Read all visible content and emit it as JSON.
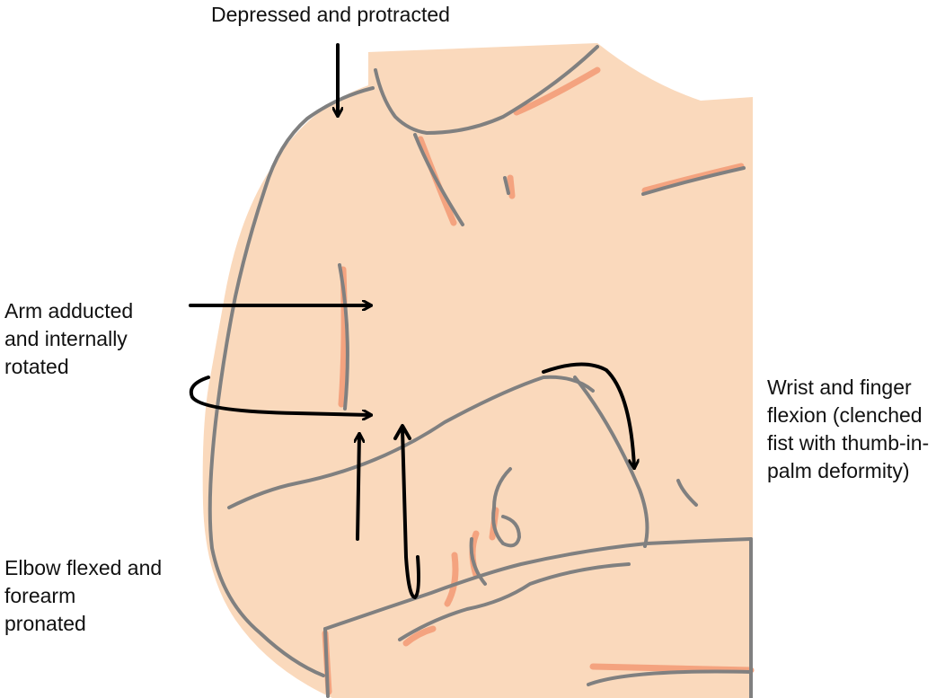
{
  "diagram": {
    "labels": {
      "shoulder": [
        "Depressed and protracted"
      ],
      "arm": [
        "Arm adducted",
        "and internally",
        "rotated"
      ],
      "wrist": [
        "Wrist and finger",
        "flexion (clenched",
        "fist with thumb-in-",
        "palm deformity)"
      ],
      "elbow": [
        "Elbow flexed and",
        "forearm",
        "pronated"
      ]
    },
    "colors": {
      "skin": "#FAD9BC",
      "shadow": "#F4A37F",
      "outline": "#808080",
      "arrow": "#000000"
    }
  }
}
